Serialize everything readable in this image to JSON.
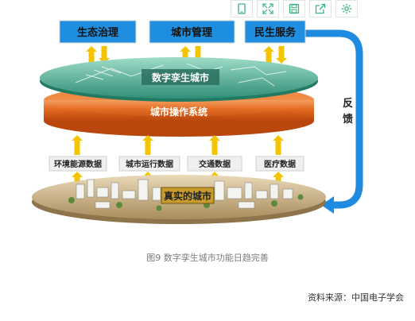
{
  "toolbar": {
    "icons": [
      "tablet-icon",
      "expand-icon",
      "save-icon",
      "share-icon",
      "settings-icon"
    ],
    "accent_color": "#3bb27e"
  },
  "diagram": {
    "top_boxes": [
      "生态治理",
      "城市管理",
      "民生服务"
    ],
    "digital_twin_label": "数字孪生城市",
    "os_label": "城市操作系统",
    "feedback_label": "反馈",
    "data_sources": [
      "环境能源数据",
      "城市运行数据",
      "交通数据",
      "医疗数据"
    ],
    "real_city_label": "真实的城市",
    "colors": {
      "box_blue": "#1d8ee0",
      "arrow_yellow": "#f5c400",
      "os_orange": "#e2691f",
      "twin_green": "#3a9f86",
      "feedback_blue": "#1f8be0"
    }
  },
  "caption": "图9   数字孪生城市功能日趋完善",
  "source": "资料来源：中国电子学会"
}
